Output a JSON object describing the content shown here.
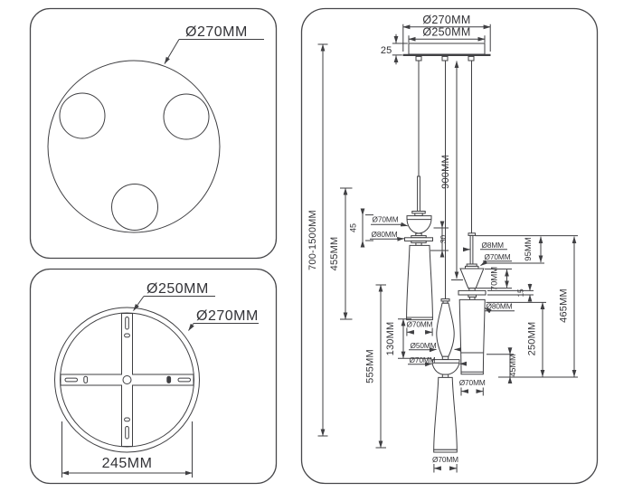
{
  "colors": {
    "line": "#3f3f42",
    "text": "#323236",
    "background": "#ffffff"
  },
  "top_view": {
    "outer_diameter": "Ø270MM"
  },
  "mount_view": {
    "inner_diameter": "Ø250MM",
    "outer_diameter": "Ø270MM",
    "bracket_width": "245MM"
  },
  "side_view": {
    "canopy_outer_diameter": "Ø270MM",
    "canopy_plate_diameter": "Ø250MM",
    "canopy_thickness": "25",
    "overall_height": "700-1500MM",
    "cord_length": "900MM",
    "pendant_left": {
      "height": "455MM",
      "holder_height": "45",
      "bowl_diameter": "Ø70MM",
      "disc_diameter": "Ø80MM",
      "gap": "30",
      "shade_bottom_diameter": "Ø70MM"
    },
    "pendant_middle": {
      "height": "555MM",
      "vase_height": "130MM",
      "vase_diameter": "Ø50MM",
      "bowl_diameter": "Ø70MM",
      "shade_bottom_diameter": "Ø70MM"
    },
    "pendant_right": {
      "rod_diameter": "Ø8MM",
      "cone_top_diameter": "Ø70MM",
      "top_section_height": "95MM",
      "cone_height": "70MM",
      "disc_gap": "15",
      "shade_top_diameter": "Ø80MM",
      "shade_height": "250MM",
      "total_height": "465MM",
      "bottom_section_height": "45MM",
      "shade_bottom_diameter": "Ø70MM"
    }
  }
}
